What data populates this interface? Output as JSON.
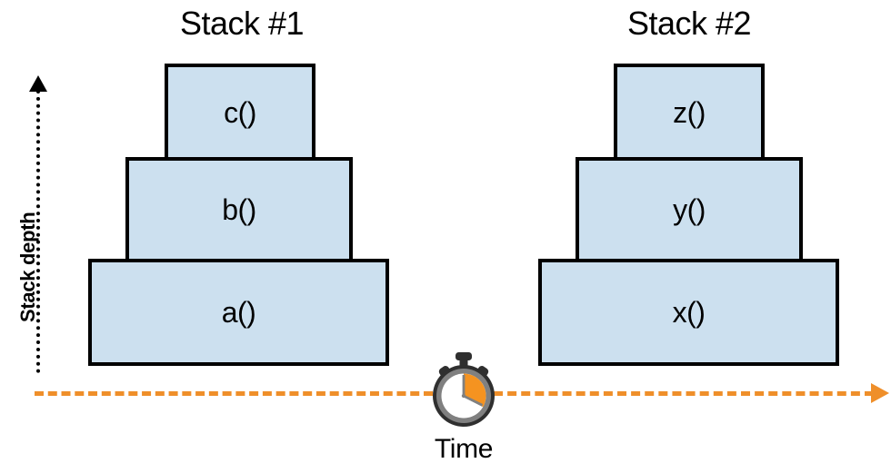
{
  "figure": {
    "type": "diagram",
    "description": "Two function-call stacks rendered side by side over a time axis, with a stopwatch marking time between them.",
    "background_color": "#ffffff"
  },
  "colors": {
    "frame_fill": "#cce0ef",
    "frame_stroke": "#000000",
    "time_axis": "#ef8f2a",
    "depth_axis": "#000000",
    "stopwatch_outer_ring": "#3b3b3b",
    "stopwatch_inner_ring": "#808080",
    "stopwatch_face": "#ffffff",
    "stopwatch_wedge": "#f59320",
    "stopwatch_hand": "#808080"
  },
  "axes": {
    "vertical": {
      "label": "Stack depth",
      "direction": "up",
      "style": "dotted",
      "arrow": "arrow-up-icon"
    },
    "horizontal": {
      "label": "Time",
      "direction": "right",
      "style": "dashed",
      "arrow": "arrow-right-icon"
    }
  },
  "stacks": [
    {
      "title": "Stack #1",
      "frames": [
        {
          "label": "c()",
          "depth": 3
        },
        {
          "label": "b()",
          "depth": 2
        },
        {
          "label": "a()",
          "depth": 1
        }
      ]
    },
    {
      "title": "Stack #2",
      "frames": [
        {
          "label": "z()",
          "depth": 3
        },
        {
          "label": "y()",
          "depth": 2
        },
        {
          "label": "x()",
          "depth": 1
        }
      ]
    }
  ],
  "marker": {
    "icon": "stopwatch-icon",
    "caption": "Time"
  }
}
